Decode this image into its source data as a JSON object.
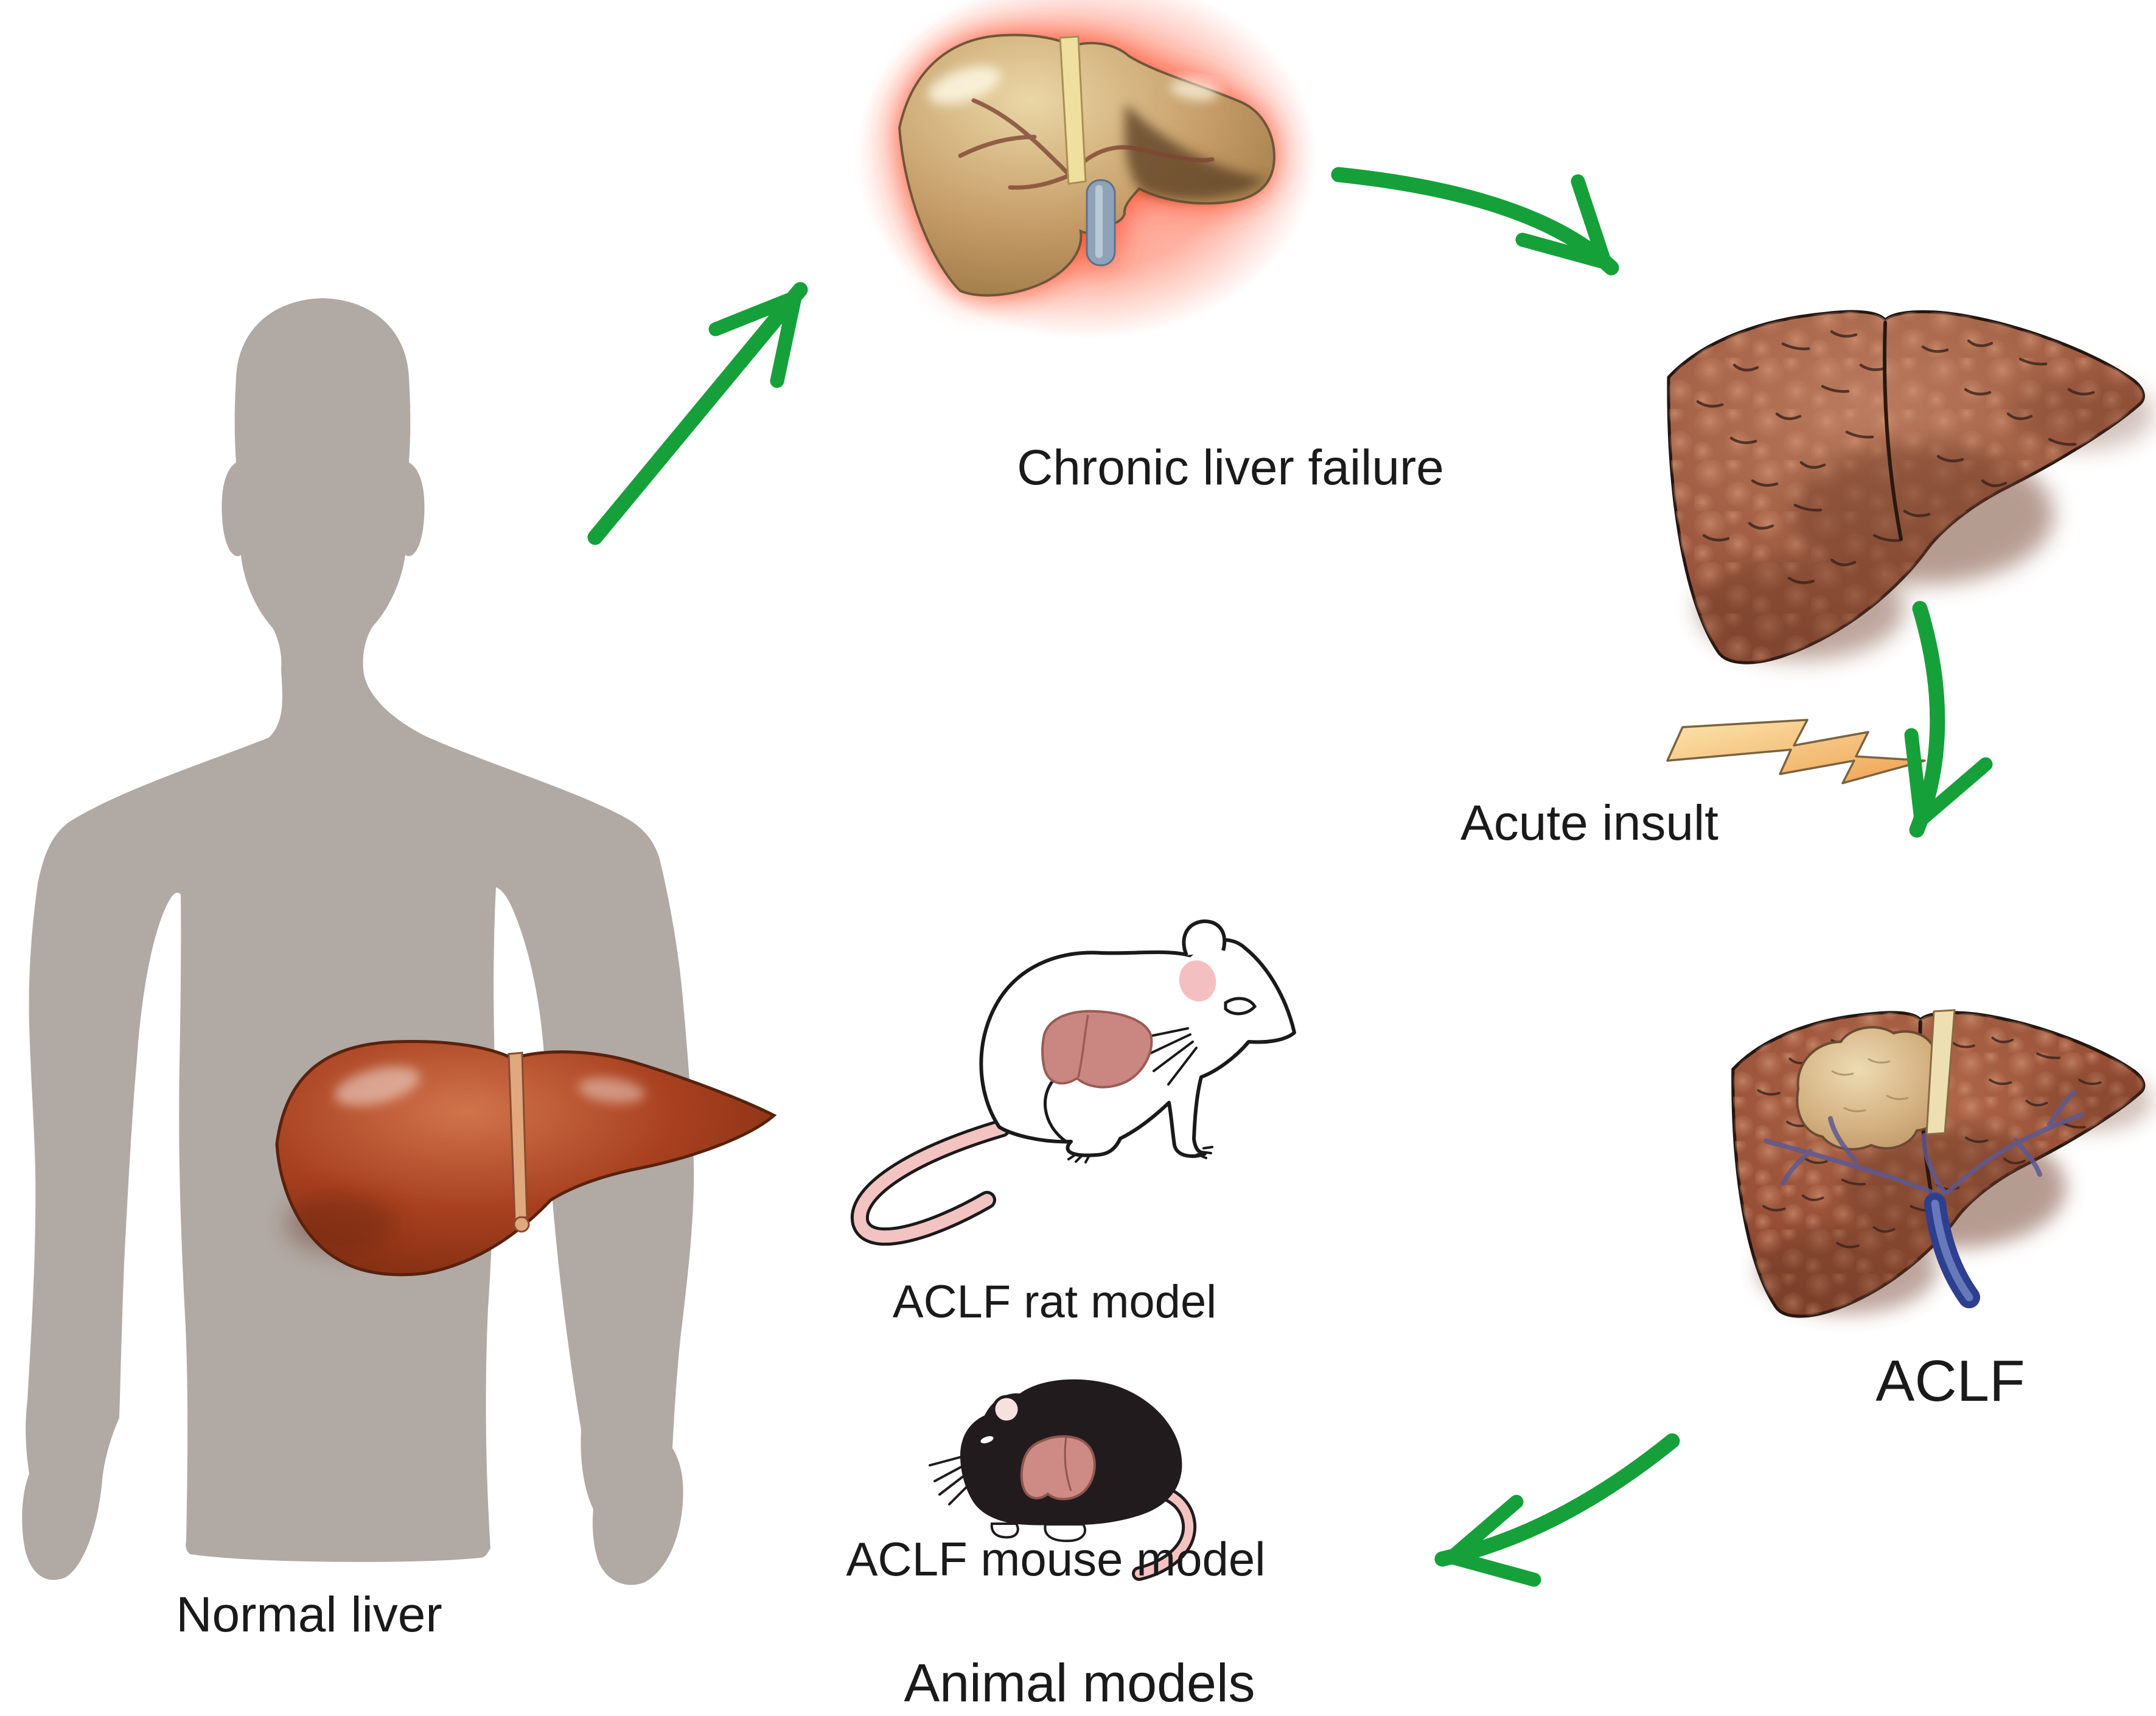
{
  "figure": {
    "patient": {
      "label": "Normal liver"
    },
    "stage_chronic": {
      "label": "Chronic liver failure"
    },
    "trigger": {
      "label": "Acute insult",
      "icon": "lightning-bolt"
    },
    "stage_aclf": {
      "label": "ACLF"
    },
    "animal_models": {
      "rat": {
        "label": "ACLF rat model"
      },
      "mouse": {
        "label": "ACLF mouse model"
      },
      "section_label": "Animal models"
    }
  },
  "icons": {
    "lightning_bolt": "zigzag bolt glyph (⚡)",
    "flow_arrow": "hand-drawn curved green arrow (➔)"
  },
  "colors": {
    "background": "#ffffff",
    "label_text": "#1a1a1a",
    "arrow_green": "#16a03a",
    "body_silhouette_gray": "#b1a9a4",
    "normal_liver_red_brown": "#a8401f",
    "chronic_liver_gold": "#c49b66",
    "chronic_glow_red": "#ff4828",
    "cirrhotic_liver_brown": "#9d5940",
    "aclf_tumor_beige": "#d8bc93",
    "portal_vein_blue": "#2e3f8f",
    "vessel_purple": "#5f5890",
    "lightning_light": "#fbe5ae",
    "lightning_dark": "#efa04f",
    "rodent_liver_pink": "#ce8b85",
    "rodent_tail_pink": "#f2c3c1",
    "mouse_black": "#221b1e"
  }
}
